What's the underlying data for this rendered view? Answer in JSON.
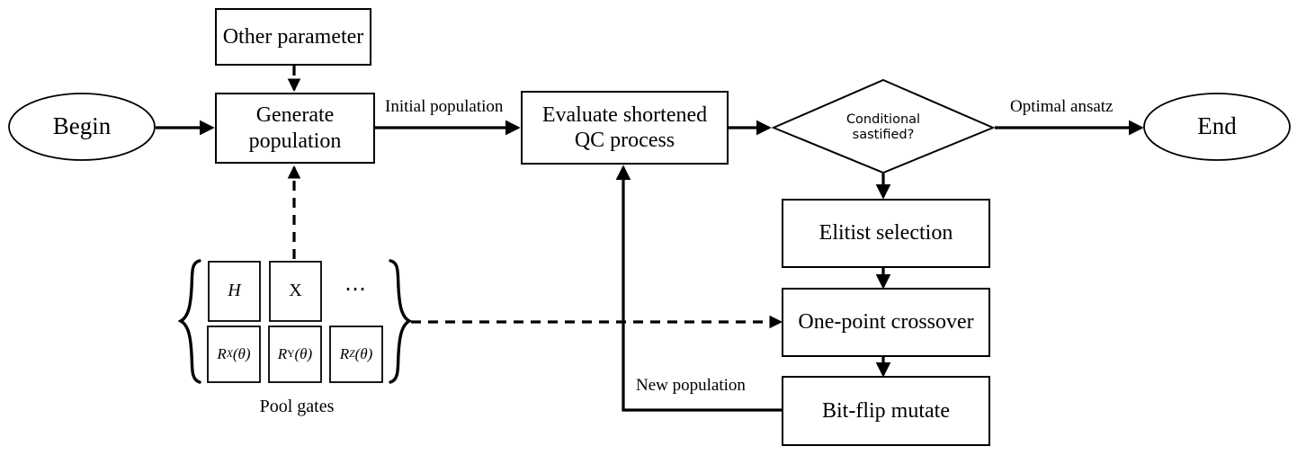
{
  "diagram": {
    "title": "Genetic-algorithm ansatz search flowchart",
    "type": "flowchart",
    "background_color": "#ffffff",
    "stroke_color": "#000000"
  },
  "nodes": {
    "begin": {
      "label": "Begin",
      "shape": "ellipse"
    },
    "other_parameter": {
      "label": "Other parameter",
      "shape": "rect"
    },
    "generate_population": {
      "label": "Generate\npopulation",
      "line1": "Generate",
      "line2": "population",
      "shape": "rect"
    },
    "evaluate": {
      "label": "Evaluate shortened\nQC process",
      "line1": "Evaluate shortened",
      "line2": "QC process",
      "shape": "rect"
    },
    "decision": {
      "label": "Conditional\nsastified?",
      "line1": "Conditional",
      "line2": "sastified?",
      "shape": "diamond"
    },
    "end": {
      "label": "End",
      "shape": "ellipse"
    },
    "elitist_selection": {
      "label": "Elitist selection",
      "shape": "rect"
    },
    "one_point_crossover": {
      "label": "One-point crossover",
      "shape": "rect"
    },
    "bit_flip_mutate": {
      "label": "Bit-flip mutate",
      "shape": "rect"
    }
  },
  "edge_labels": {
    "initial_population": "Initial population",
    "optimal_ansatz": "Optimal ansatz",
    "new_population": "New population"
  },
  "gate_pool": {
    "caption": "Pool gates",
    "row1": [
      {
        "name": "hadamard-gate",
        "label": "H",
        "italic": true
      },
      {
        "name": "pauli-x-gate",
        "label": "X",
        "italic": false
      }
    ],
    "ellipsis": "⋯",
    "row2": [
      {
        "name": "rx-gate",
        "base": "R",
        "sub": "X",
        "arg": "(θ)"
      },
      {
        "name": "ry-gate",
        "base": "R",
        "sub": "Y",
        "arg": "(θ)"
      },
      {
        "name": "rz-gate",
        "base": "R",
        "sub": "Z",
        "arg": "(θ)"
      }
    ]
  }
}
